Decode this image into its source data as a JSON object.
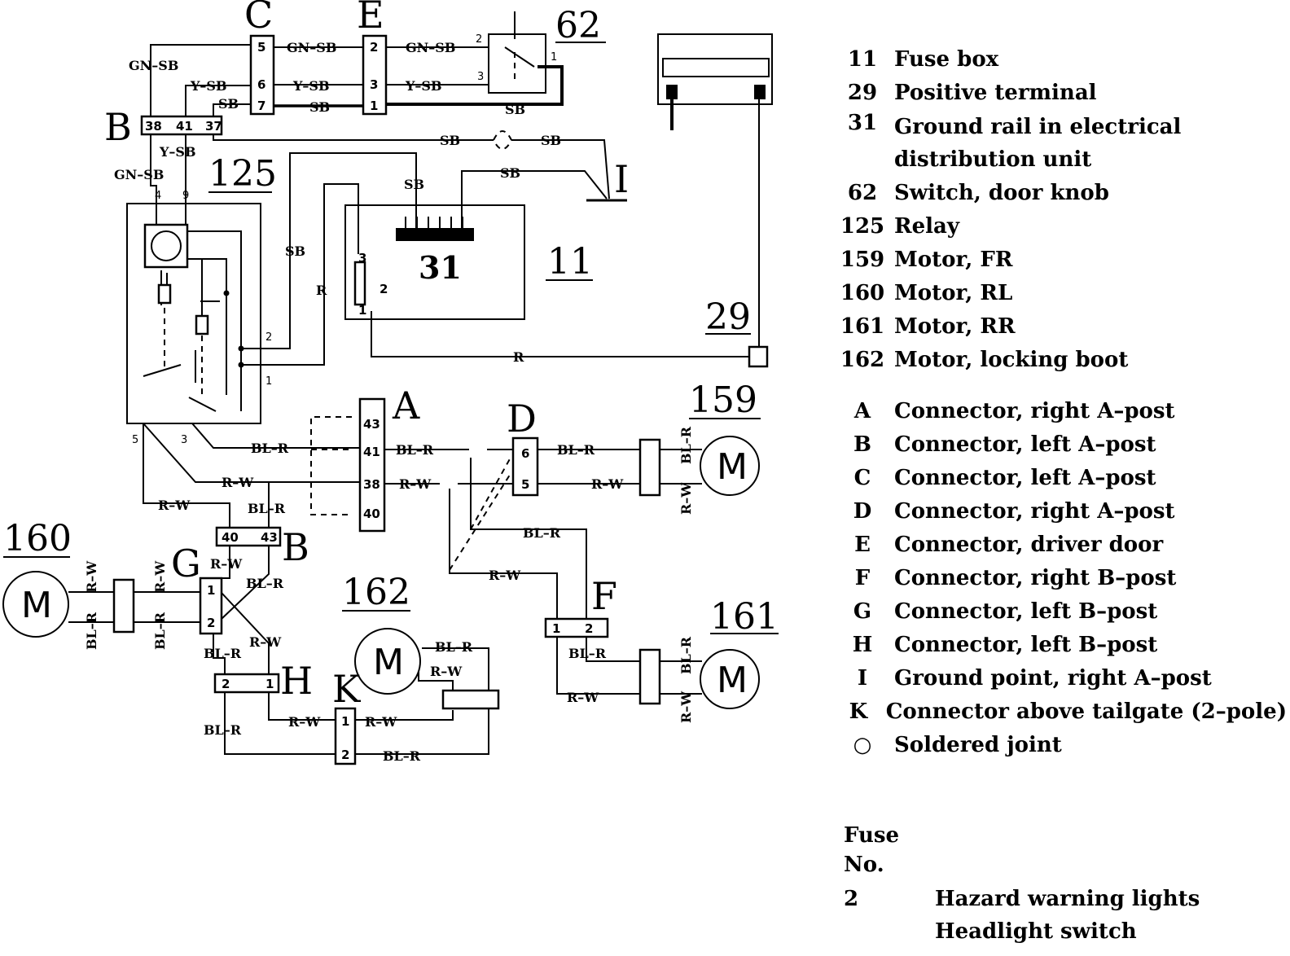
{
  "connectors": {
    "A": {
      "label": "A",
      "pins": [
        "43",
        "41",
        "38",
        "40"
      ]
    },
    "B_top": {
      "label": "B",
      "pins": [
        "38",
        "41",
        "37"
      ]
    },
    "B_bottom": {
      "label": "B",
      "pins": [
        "40",
        "43"
      ]
    },
    "C": {
      "label": "C",
      "pins": [
        "5",
        "6",
        "7"
      ]
    },
    "D": {
      "label": "D",
      "pins": [
        "6",
        "5"
      ]
    },
    "E": {
      "label": "E",
      "pins": [
        "2",
        "3",
        "1"
      ]
    },
    "F": {
      "label": "F",
      "pins": [
        "1",
        "2"
      ]
    },
    "G": {
      "label": "G",
      "pins": [
        "1",
        "2"
      ]
    },
    "H": {
      "label": "H",
      "pins": [
        "2",
        "1"
      ]
    },
    "I": {
      "label": "I"
    },
    "K": {
      "label": "K",
      "pins": [
        "1",
        "2"
      ]
    }
  },
  "components": {
    "c11": "11",
    "c29": "29",
    "c31": "31",
    "c62": "62",
    "c125": "125",
    "c159": "159",
    "c160": "160",
    "c161": "161",
    "c162": "162",
    "motor_symbol": "M"
  },
  "pins": {
    "switch62_2": "2",
    "switch62_3": "3",
    "switch62_1": "1",
    "relay_4": "4",
    "relay_9": "9",
    "relay_2": "2",
    "relay_1": "1",
    "relay_5": "5",
    "relay_3": "3",
    "fb_3": "3",
    "fb_2": "2",
    "fb_1": "1"
  },
  "wires": {
    "gn_sb": "GN–SB",
    "y_sb": "Y–SB",
    "sb": "SB",
    "r": "R",
    "bl_r": "BL–R",
    "r_w": "R–W"
  },
  "legend": {
    "items": [
      {
        "code": "11",
        "text": "Fuse box"
      },
      {
        "code": "29",
        "text": "Positive terminal"
      },
      {
        "code": "31",
        "text": "Ground rail in electrical distribution unit",
        "lines": [
          "Ground rail in electrical",
          "distribution unit"
        ]
      },
      {
        "code": "62",
        "text": "Switch, door knob"
      },
      {
        "code": "125",
        "text": "Relay"
      },
      {
        "code": "159",
        "text": "Motor, FR"
      },
      {
        "code": "160",
        "text": "Motor, RL"
      },
      {
        "code": "161",
        "text": "Motor, RR"
      },
      {
        "code": "162",
        "text": "Motor, locking boot"
      }
    ],
    "connectors": [
      {
        "code": "A",
        "text": "Connector, right A–post"
      },
      {
        "code": "B",
        "text": "Connector, left A–post"
      },
      {
        "code": "C",
        "text": "Connector, left A–post"
      },
      {
        "code": "D",
        "text": "Connector, right A–post"
      },
      {
        "code": "E",
        "text": "Connector, driver door"
      },
      {
        "code": "F",
        "text": "Connector, right B–post"
      },
      {
        "code": "G",
        "text": "Connector, left B–post"
      },
      {
        "code": "H",
        "text": "Connector, left B–post"
      },
      {
        "code": "I",
        "text": "Ground point, right A–post"
      },
      {
        "code": "K",
        "text": "Connector above tailgate (2–pole)"
      },
      {
        "code": "○",
        "text": "Soldered joint"
      }
    ]
  },
  "fuse": {
    "heading_1": "Fuse",
    "heading_2": "No.",
    "number": "2",
    "items": [
      "Hazard warning lights",
      "Headlight switch"
    ]
  }
}
